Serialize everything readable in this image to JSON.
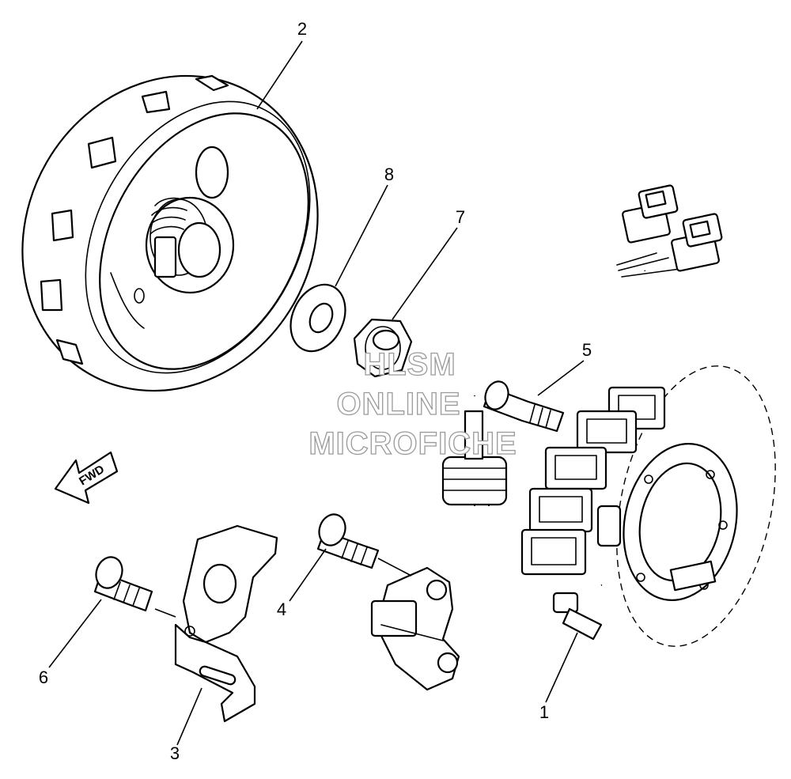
{
  "callouts": {
    "c1": "1",
    "c2": "2",
    "c3": "3",
    "c4": "4",
    "c5": "5",
    "c6": "6",
    "c7": "7",
    "c8": "8"
  },
  "direction_arrow": {
    "label": "FWD"
  },
  "watermark": {
    "line1": "HLSM",
    "line2": "ONLINE",
    "line3": "MICROFICHE",
    "color": "#9a9a9a"
  }
}
